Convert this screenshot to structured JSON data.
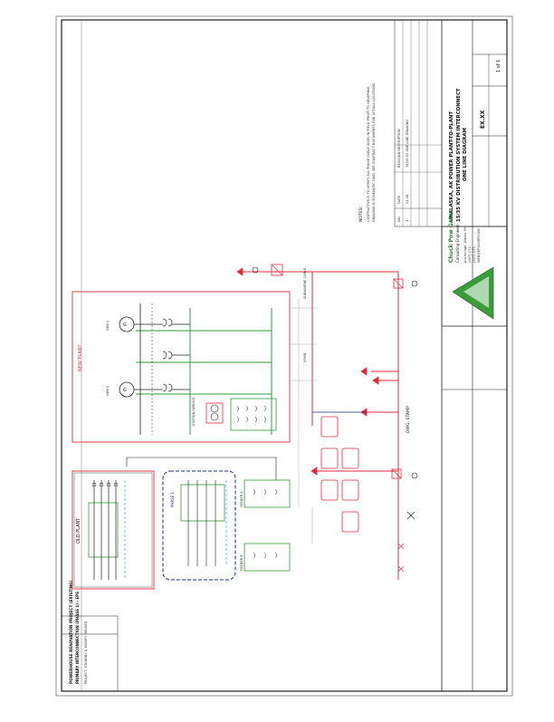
{
  "title_block": {
    "title_line1": "UNALASKA, AK POWER PLANT-TO-PLANT",
    "title_line2": "15/35 KV DISTRIBUTION SYSTEM INTERCONNECT",
    "title_line3": "ONE LINE DIAGRAM",
    "drawing_number": "EX.XX",
    "sheet_label": "1 of 1"
  },
  "firm": {
    "name": "Chuck Pow Gates",
    "sub": "Consulting Engineers",
    "city": "Anchorage, Alaska 99",
    "phone1": "(907) 272-",
    "phone2": "(907) 272-",
    "email": "WEB@EPSCORP.COM"
  },
  "project": {
    "line1": "POWERHOUSE RENOVATION PROJECT (EXISTING)",
    "line2": "PRIMARY INTERCONNECTION (PHASE 1) - EPS",
    "line3": "PROJECT, STANDBY & MODIFY REUSED"
  },
  "labels": {
    "new_plant": "NEW PLANT",
    "old_plant": "OLD PLANT",
    "dwg_stamp": "DWG. STAMP",
    "general_notes": "NOTES:",
    "phase_note": "PHASE 1"
  },
  "notes": [
    "CONTRACTOR IS TO VERIFY ALL PHASE CABLE SIZES IN FIELD PRIOR TO ORDERING",
    "DRAWING IS SCHEMATIC ONLY. SEE CONTRACT DOCUMENTS FOR ACTUAL LOCATIONS"
  ],
  "revision": {
    "head_no": "NO.",
    "head_date": "DATE",
    "head_desc": "REVISION DESCRIPTION",
    "row_no": "1",
    "row_date": "01-08",
    "row_desc": "15/35 KV ONE LINE DRAWING"
  },
  "feeder_labels": {
    "gen1": "GEN 1",
    "gen2": "GEN 2",
    "station_service": "STATION SERVICE",
    "transformer": "XFMR",
    "submarine": "SUBMARINE CABLE",
    "feeder_a": "FEEDER A",
    "feeder_b": "FEEDER B"
  },
  "colors": {
    "border": "#222222",
    "red_wire": "#e32b3a",
    "green_wire": "#2f9a3a",
    "blue_box": "#1d2c8c",
    "cyan_wire": "#4fb3e0",
    "logo_green": "#3a9d3a"
  }
}
